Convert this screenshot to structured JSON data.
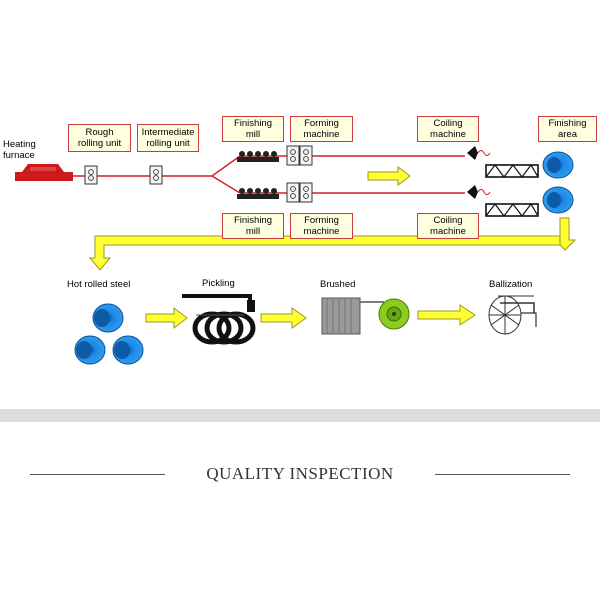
{
  "process": {
    "heating_furnace": [
      "Heating",
      "furnace"
    ],
    "rough_rolling": [
      "Rough",
      "rolling unit"
    ],
    "intermediate_rolling": [
      "Intermediate",
      "rolling unit"
    ],
    "finishing_mill_top": [
      "Finishing",
      "mill"
    ],
    "forming_machine_top": [
      "Forming",
      "machine"
    ],
    "coiling_machine_top": [
      "Coiling",
      "machine"
    ],
    "finishing_area": [
      "Finishing",
      "area"
    ],
    "finishing_mill_bottom": [
      "Finishing",
      "mill"
    ],
    "forming_machine_bottom": [
      "Forming",
      "machine"
    ],
    "coiling_machine_bottom": [
      "Coiling",
      "machine"
    ]
  },
  "treatment": {
    "hot_rolled_steel": "Hot rolled steel",
    "pickling": "Pickling",
    "brushed": "Brushed",
    "ballization": "Ballization"
  },
  "section_title": "QUALITY INSPECTION",
  "colors": {
    "label_fill": "#ffffe0",
    "label_border": "#c83c3c",
    "arrow_fill": "#ffff33",
    "arrow_stroke": "#9a9a20",
    "rod_line": "#d22020",
    "furnace": "#cc1a1a",
    "coil_blue": "#1e88e5",
    "pickling_dark": "#1a1a1a",
    "brush_green": "#8ccc1c",
    "band_gray": "#dcdcdc"
  }
}
